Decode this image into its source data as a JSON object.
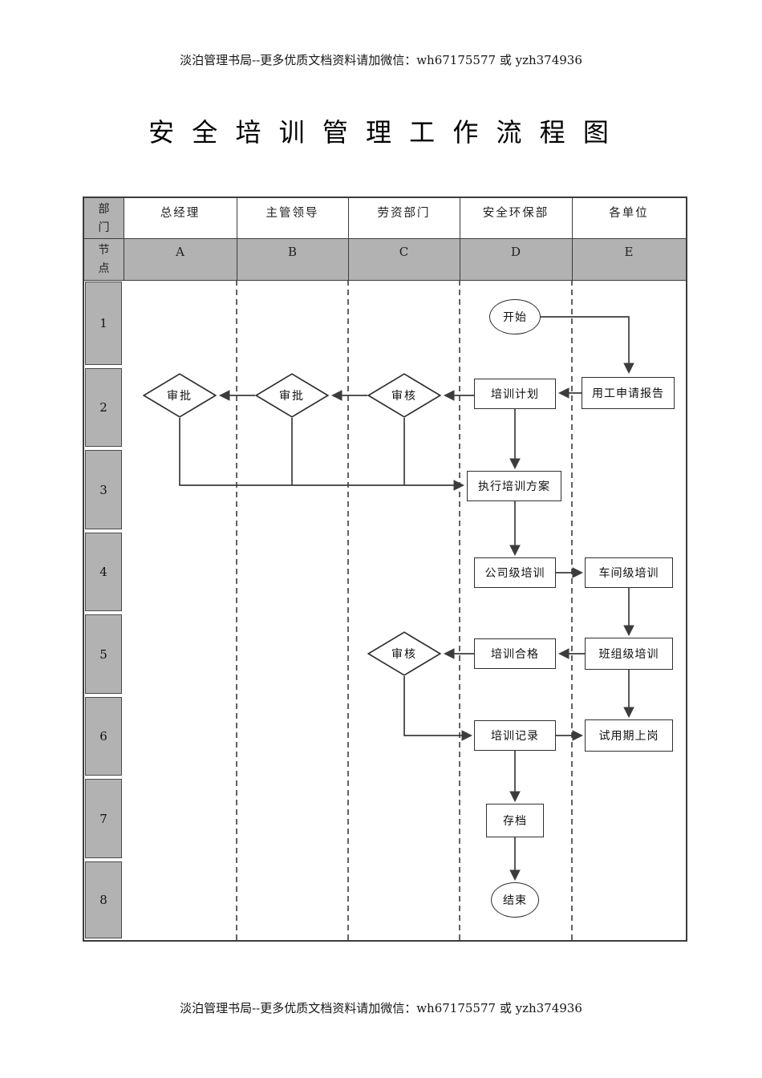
{
  "page": {
    "top_note": "淡泊管理书局--更多优质文档资料请加微信：wh67175577 或 yzh374936",
    "title": "安 全 培 训 管 理 工 作 流 程 图",
    "bottom_note": "淡泊管理书局--更多优质文档资料请加微信：wh67175577 或 yzh374936"
  },
  "swimlane": {
    "corner": {
      "row1": "部门",
      "row2": "节点"
    },
    "lanes": [
      {
        "title": "总经理",
        "node": "A"
      },
      {
        "title": "主管领导",
        "node": "B"
      },
      {
        "title": "劳资部门",
        "node": "C"
      },
      {
        "title": "安全环保部",
        "node": "D"
      },
      {
        "title": "各单位",
        "node": "E"
      }
    ],
    "row_numbers": [
      "1",
      "2",
      "3",
      "4",
      "5",
      "6",
      "7",
      "8"
    ]
  },
  "flowchart": {
    "nodes": {
      "start": {
        "label": "开始",
        "type": "terminator",
        "lane": "D",
        "row": "1"
      },
      "employment_request": {
        "label": "用工申请报告",
        "type": "process",
        "lane": "E",
        "row": "2"
      },
      "training_plan": {
        "label": "培训计划",
        "type": "process",
        "lane": "D",
        "row": "2"
      },
      "review_labor": {
        "label": "审核",
        "type": "decision",
        "lane": "C",
        "row": "2"
      },
      "approve_supervisor": {
        "label": "审批",
        "type": "decision",
        "lane": "B",
        "row": "2"
      },
      "approve_gm": {
        "label": "审批",
        "type": "decision",
        "lane": "A",
        "row": "2"
      },
      "execute_plan": {
        "label": "执行培训方案",
        "type": "process",
        "lane": "D",
        "row": "3"
      },
      "company_training": {
        "label": "公司级培训",
        "type": "process",
        "lane": "D",
        "row": "4"
      },
      "workshop_training": {
        "label": "车间级培训",
        "type": "process",
        "lane": "E",
        "row": "4"
      },
      "team_training": {
        "label": "班组级培训",
        "type": "process",
        "lane": "E",
        "row": "5"
      },
      "training_passed": {
        "label": "培训合格",
        "type": "process",
        "lane": "D",
        "row": "5"
      },
      "review_labor_2": {
        "label": "审核",
        "type": "decision",
        "lane": "C",
        "row": "5"
      },
      "training_record": {
        "label": "培训记录",
        "type": "process",
        "lane": "D",
        "row": "6"
      },
      "probation_start": {
        "label": "试用期上岗",
        "type": "process",
        "lane": "E",
        "row": "6"
      },
      "archive": {
        "label": "存档",
        "type": "process",
        "lane": "D",
        "row": "7"
      },
      "end": {
        "label": "结束",
        "type": "terminator",
        "lane": "D",
        "row": "8"
      }
    }
  },
  "colors": {
    "lane_header_fill": "#b2b2b2",
    "line": "#3c3c3c",
    "background": "#ffffff"
  }
}
